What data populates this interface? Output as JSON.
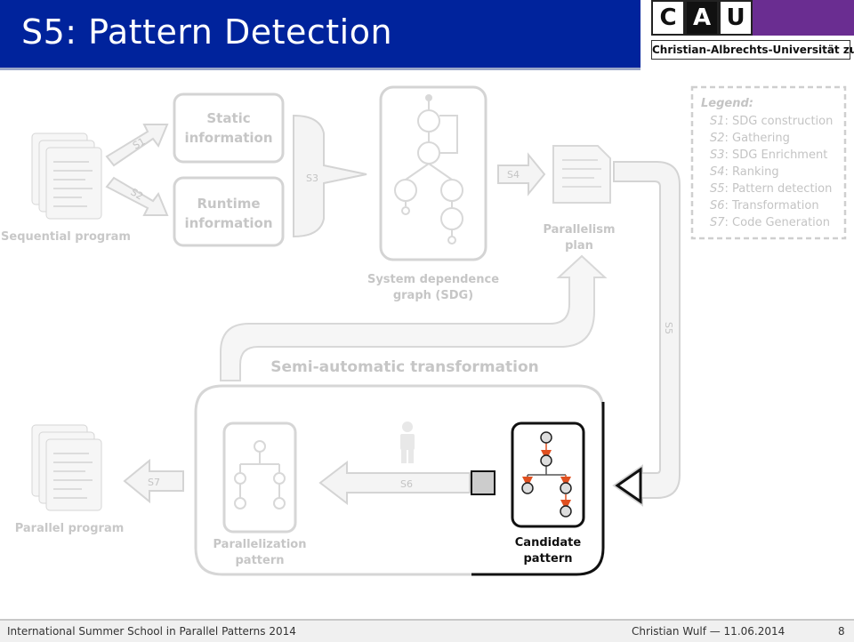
{
  "slide": {
    "title": "S5: Pattern Detection",
    "page_number": "8"
  },
  "logo": {
    "letters": [
      "C",
      "A",
      "U"
    ],
    "university": "Christian-Albrechts-Universität zu Kiel"
  },
  "footer": {
    "left": "International Summer School in Parallel Patterns 2014",
    "right": "Christian Wulf — 11.06.2014"
  },
  "diagram": {
    "sequential_program": "Sequential program",
    "parallel_program": "Parallel program",
    "static_info": [
      "Static",
      "information"
    ],
    "runtime_info": [
      "Runtime",
      "information"
    ],
    "sdg": [
      "System dependence",
      "graph (SDG)"
    ],
    "parallelism_plan": [
      "Parallelism",
      "plan"
    ],
    "semi_automatic": "Semi-automatic transformation",
    "parallelization_pattern": [
      "Parallelization",
      "pattern"
    ],
    "candidate_pattern": [
      "Candidate",
      "pattern"
    ],
    "steps": {
      "s1": "S1",
      "s2": "S2",
      "s3": "S3",
      "s4": "S4",
      "s5": "S5",
      "s6": "S6",
      "s7": "S7"
    }
  },
  "legend": {
    "title": "Legend:",
    "items": [
      {
        "key": "S1",
        "text": ": SDG construction"
      },
      {
        "key": "S2",
        "text": ": Gathering"
      },
      {
        "key": "S3",
        "text": ": SDG Enrichment"
      },
      {
        "key": "S4",
        "text": ": Ranking"
      },
      {
        "key": "S5",
        "text": ": Pattern detection"
      },
      {
        "key": "S6",
        "text": ": Transformation"
      },
      {
        "key": "S7",
        "text": ": Code Generation"
      }
    ]
  },
  "colors": {
    "title_bar": "#00239c",
    "logo_purple": "#6a2d91",
    "faded_stroke": "#d4d4d4",
    "faded_text": "#c8c8c8",
    "highlight_stroke": "#000000",
    "edge_highlight": "#e05020"
  }
}
